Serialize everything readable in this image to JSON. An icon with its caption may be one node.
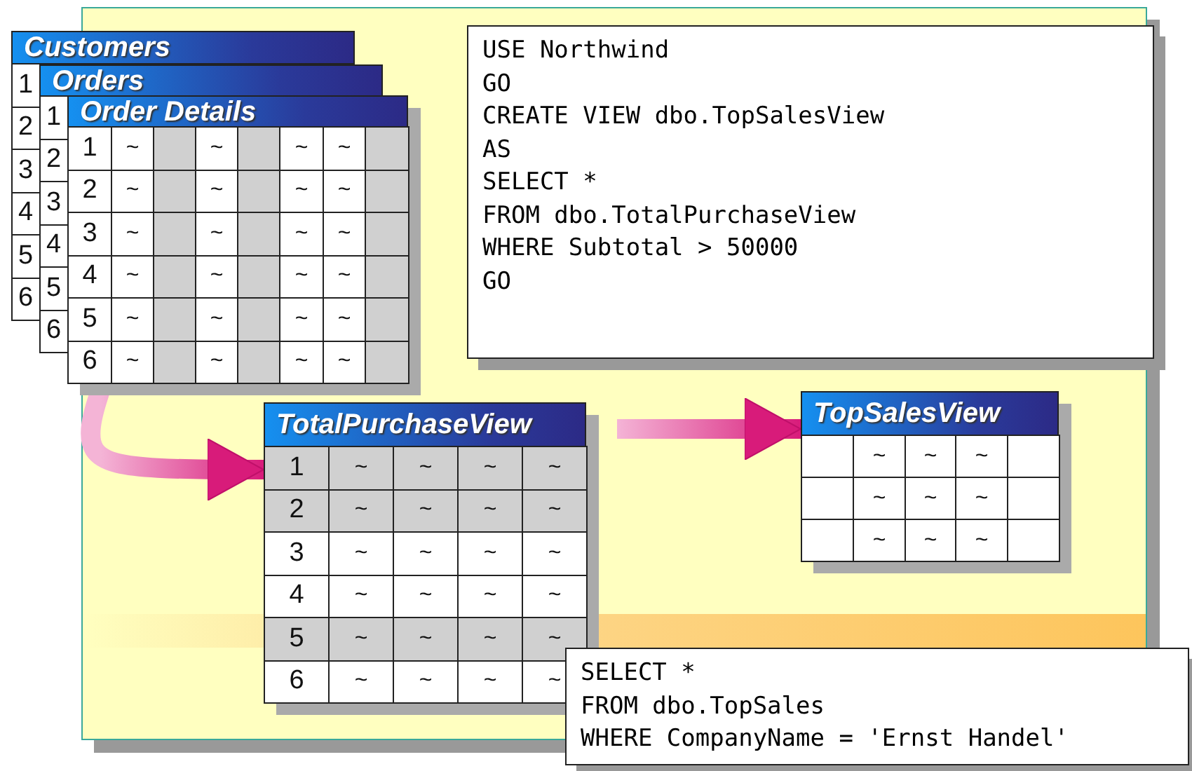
{
  "diagram": {
    "nodes": [
      {
        "text": [
          "Customers",
          "1",
          "2",
          "3",
          "4",
          "5",
          "6"
        ]
      },
      {
        "text": [
          "Orders",
          "1",
          "2",
          "3",
          "4",
          "5",
          "6"
        ]
      },
      {
        "text": [
          "Order Details",
          "1",
          "~",
          "~",
          "~",
          "~",
          "2",
          "~",
          "~",
          "~",
          "~",
          "3",
          "~",
          "~",
          "~",
          "~",
          "4",
          "~",
          "~",
          "~",
          "~",
          "5",
          "~",
          "~",
          "~",
          "~",
          "6",
          "~",
          "~",
          "~",
          "~"
        ]
      },
      {
        "text": [
          "USE Northwind",
          "GO",
          "CREATE VIEW dbo.TopSalesView",
          "AS",
          "SELECT *",
          "FROM dbo.TotalPurchaseView",
          "WHERE Subtotal > 50000",
          "GO"
        ]
      },
      {
        "text": [
          "TotalPurchaseView",
          "1",
          "~",
          "~",
          "~",
          "~",
          "2",
          "~",
          "~",
          "~",
          "~",
          "3",
          "~",
          "~",
          "~",
          "~",
          "4",
          "~",
          "~",
          "~",
          "~",
          "5",
          "~",
          "~",
          "~",
          "~",
          "6",
          "~",
          "~",
          "~",
          "~"
        ]
      },
      {
        "text": [
          "TopSalesView",
          "~",
          "~",
          "~",
          "~",
          "~",
          "~",
          "~",
          "~",
          "~"
        ]
      },
      {
        "text": [
          "SELECT *",
          "FROM dbo.TopSales",
          "WHERE CompanyName = 'Ernst Handel'"
        ]
      }
    ],
    "edges": [
      {
        "from": 2,
        "to": 4,
        "arrow": "to",
        "style": "thick"
      },
      {
        "from": 4,
        "to": 5,
        "arrow": "to",
        "style": "thick"
      }
    ]
  }
}
